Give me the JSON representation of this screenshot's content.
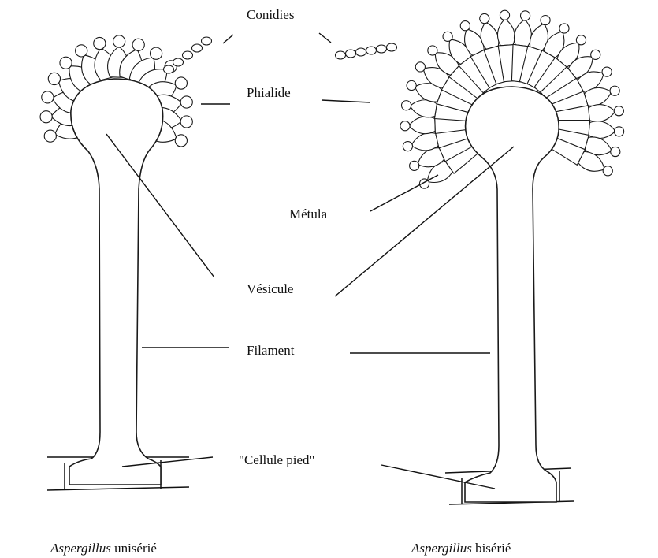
{
  "labels": {
    "conidies": "Conidies",
    "phialide": "Phialide",
    "metula": "Métula",
    "vesicule": "Vésicule",
    "filament": "Filament",
    "cellule_pied": "\"Cellule pied\""
  },
  "captions": {
    "left": {
      "genus": "Aspergillus",
      "type": "unisérié"
    },
    "right": {
      "genus": "Aspergillus",
      "type": "bisérié"
    }
  }
}
